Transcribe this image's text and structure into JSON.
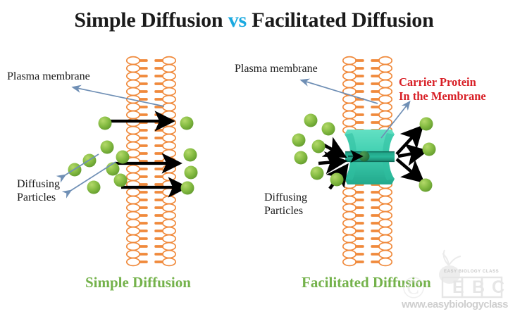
{
  "title": {
    "part1": "Simple Diffusion ",
    "vs": "vs",
    "part2": " Facilitated Diffusion"
  },
  "colors": {
    "title_text": "#1a1a1a",
    "vs_accent": "#1aa9e0",
    "membrane_orange": "#f08a3c",
    "lipid_head_fill": "#ffffff",
    "particle_green": "#7cb342",
    "carrier_protein_teal": "#3fcfb0",
    "carrier_label_red": "#d81f26",
    "caption_green": "#74b24b",
    "pointer_arrow_blue": "#6f8fb5",
    "transport_arrow_black": "#000000",
    "watermark_gray": "#cfcfcf",
    "background": "#ffffff"
  },
  "left_panel": {
    "caption": "Simple Diffusion",
    "labels": [
      {
        "name": "plasma-membrane",
        "text": "Plasma membrane"
      },
      {
        "name": "diffusing-particles",
        "text": "Diffusing\nParticles"
      }
    ],
    "transport_arrow_count": 3,
    "transport_direction": "left-to-right",
    "particles_left_of_membrane": 8,
    "particles_right_of_membrane": 4
  },
  "right_panel": {
    "caption": "Facilitated Diffusion",
    "labels": [
      {
        "name": "plasma-membrane",
        "text": "Plasma membrane"
      },
      {
        "name": "diffusing-particles",
        "text": "Diffusing\nParticles"
      },
      {
        "name": "carrier-protein",
        "text": "Carrier Protein\nIn the Membrane"
      }
    ],
    "inbound_arrow_count": 3,
    "outbound_arrow_count": 3,
    "particles_left_of_membrane": 7,
    "particles_right_of_membrane": 3,
    "particle_in_channel": 1
  },
  "watermark": {
    "copyright_symbol": "©",
    "brand_tagline": "EASY BIOLOGY CLASS",
    "brand_letters": [
      "E",
      "B",
      "C"
    ],
    "url": "www.easybiologyclass.com"
  }
}
